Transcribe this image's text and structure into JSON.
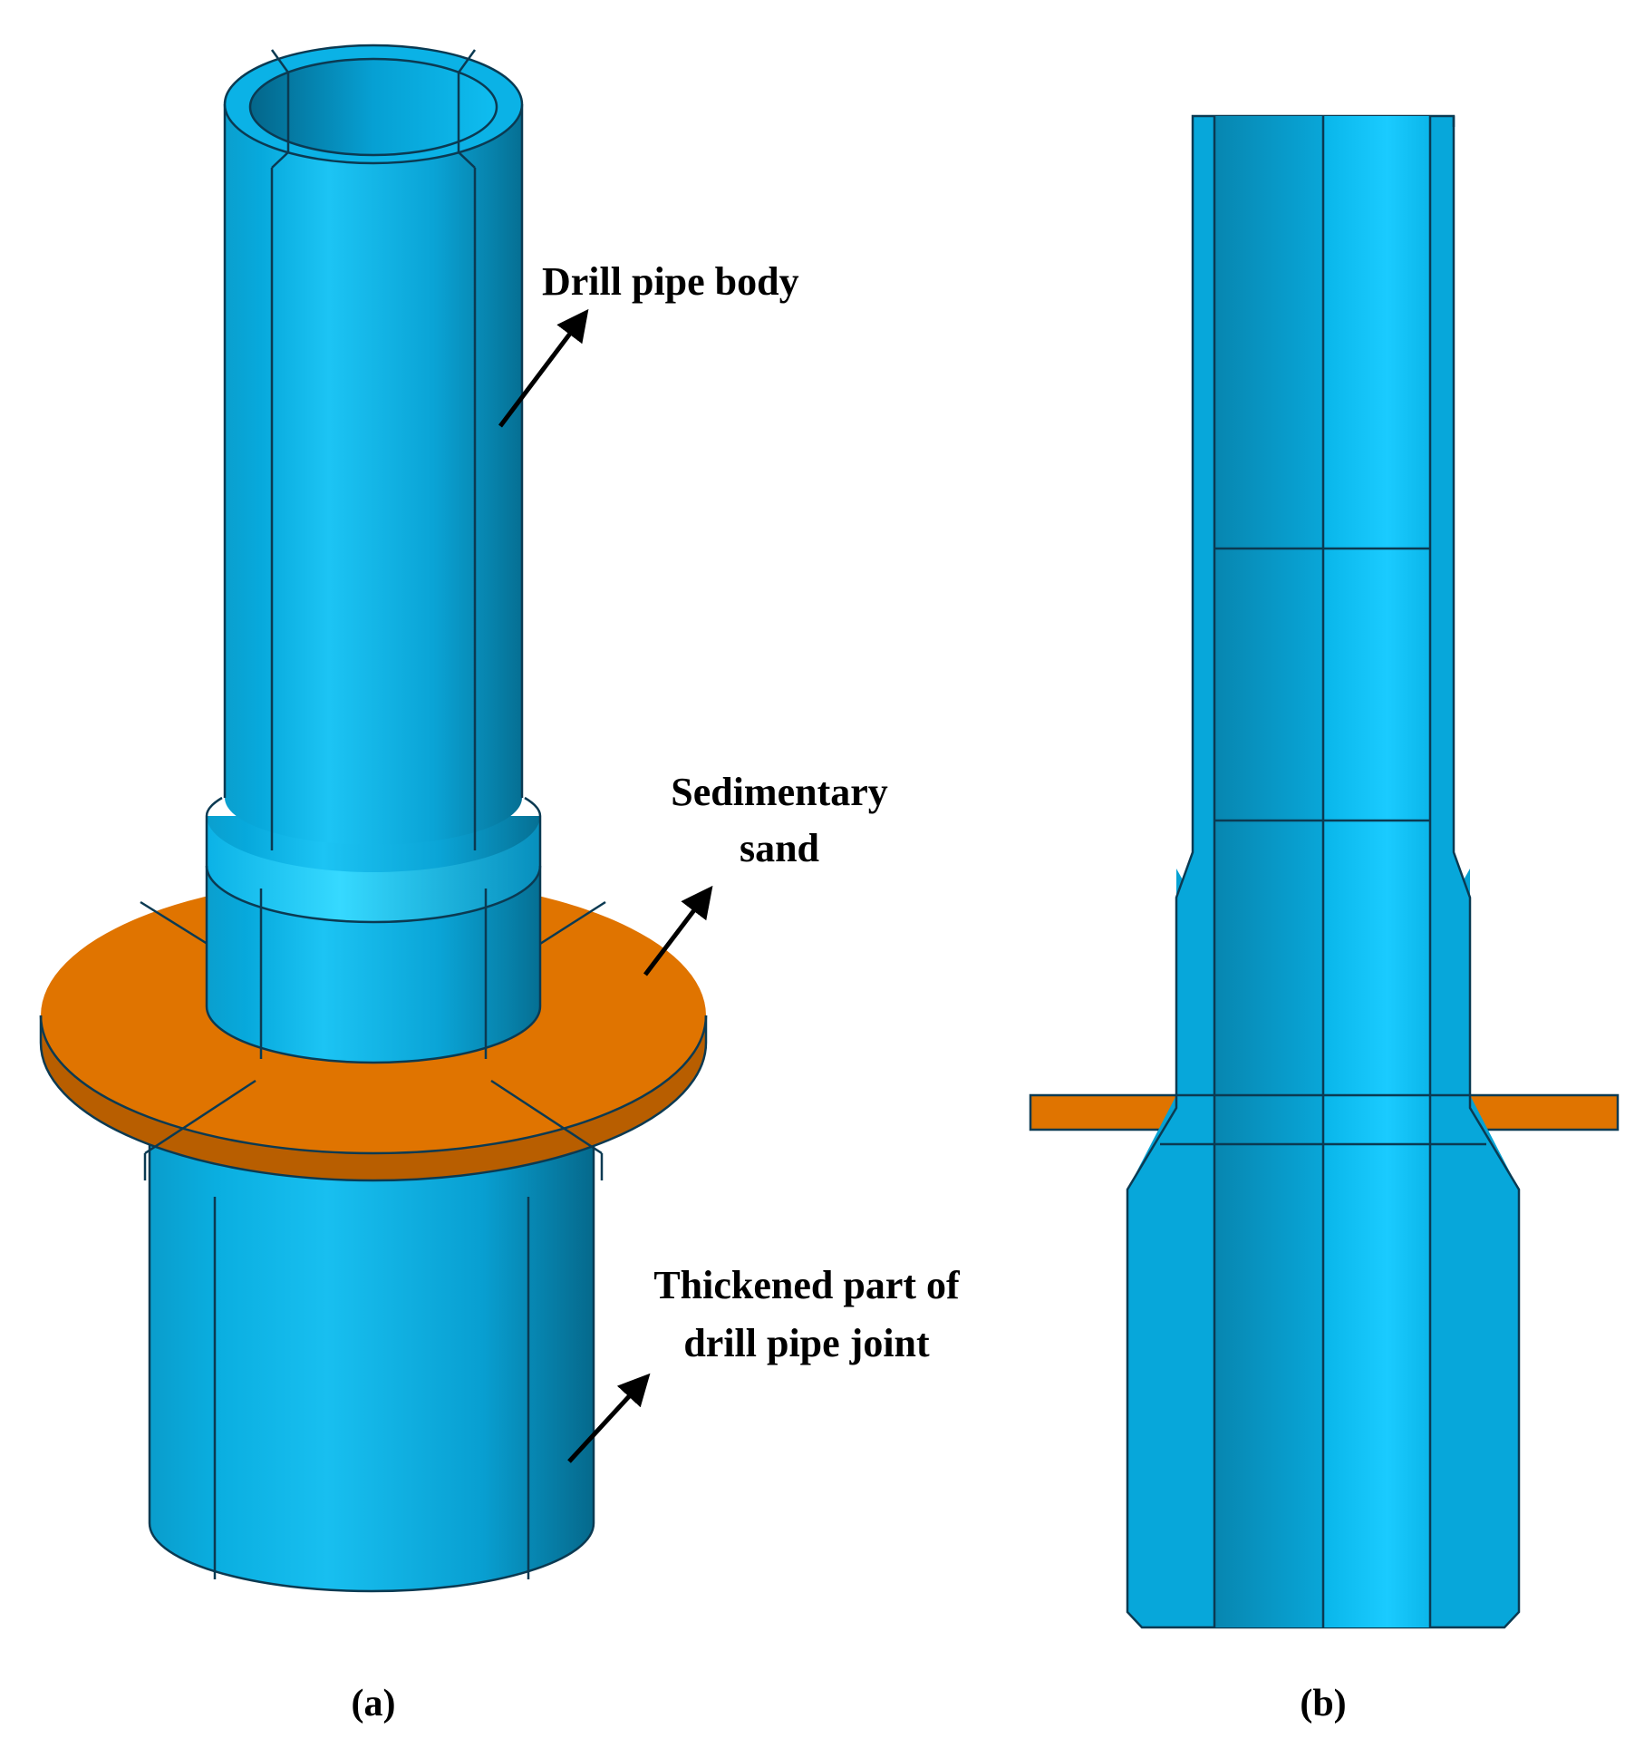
{
  "labels": {
    "drill_pipe_body": "Drill pipe body",
    "sedimentary_sand_line1": "Sedimentary",
    "sedimentary_sand_line2": "sand",
    "thickened_line1": "Thickened part of",
    "thickened_line2": "drill pipe joint"
  },
  "captions": {
    "a": "(a)",
    "b": "(b)"
  },
  "colors": {
    "pipe_light": "#12b8ea",
    "pipe_mid": "#06a3d4",
    "pipe_dark": "#03739a",
    "pipe_highlight": "#2ed3ff",
    "sand": "#e07400",
    "sand_dark": "#b85e00",
    "edge": "#0b3a52",
    "arrow": "#000000"
  }
}
